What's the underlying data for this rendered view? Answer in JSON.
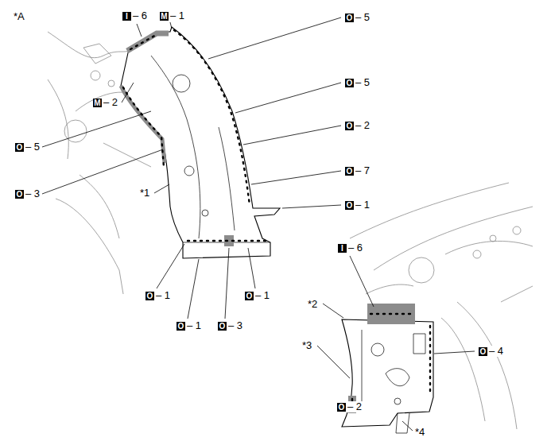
{
  "diagram": {
    "labels": [
      "*A",
      "I",
      "– 6",
      "M",
      "– 1",
      "O",
      "– 5",
      "M",
      "– 2",
      "O",
      "– 5",
      "O",
      "– 2",
      "O",
      "– 5",
      "O",
      "– 7",
      "O",
      "– 3",
      "*1",
      "O",
      "– 1",
      "O",
      "– 1",
      "O",
      "– 1",
      "O",
      "– 1",
      "O",
      "– 3",
      "I",
      "– 6",
      "*2",
      "*3",
      "O",
      "– 4",
      "O",
      "– 2",
      "*4"
    ]
  }
}
